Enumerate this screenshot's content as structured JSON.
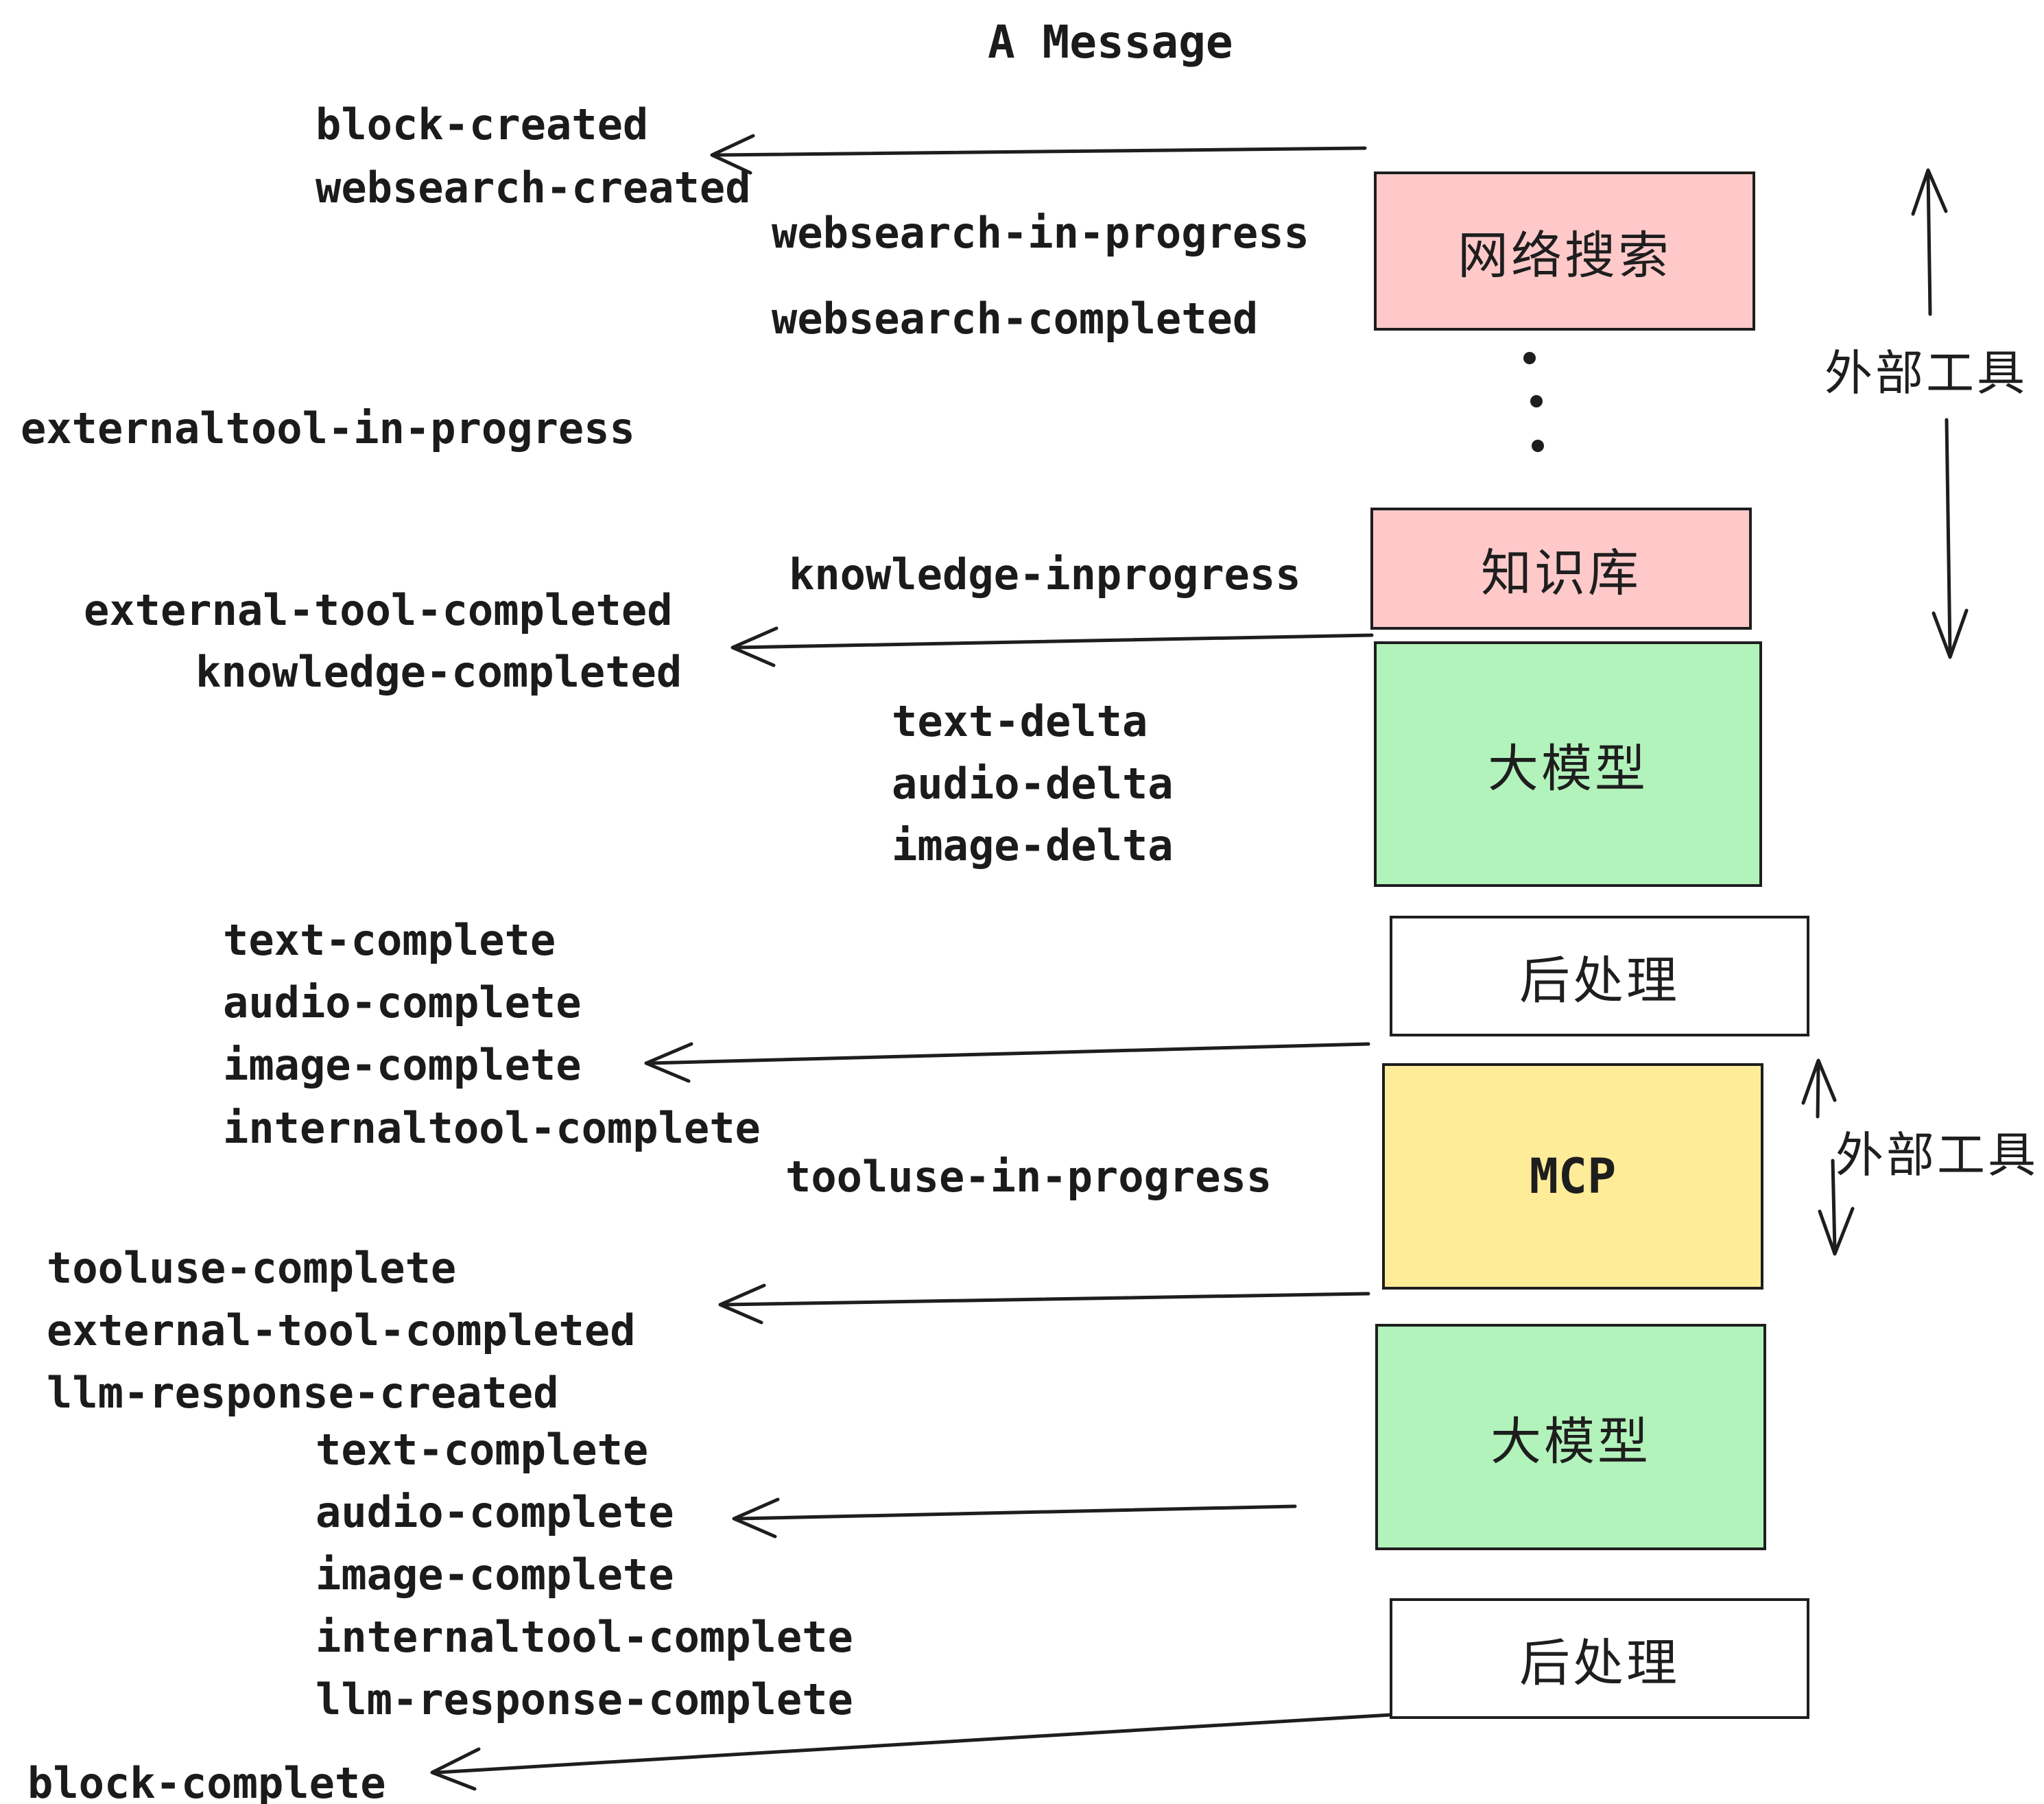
{
  "title": "A Message",
  "event_labels": [
    {
      "id": "block-created",
      "text": "block-created"
    },
    {
      "id": "websearch-created",
      "text": "websearch-created"
    },
    {
      "id": "websearch-in-progress",
      "text": "websearch-in-progress"
    },
    {
      "id": "websearch-completed",
      "text": "websearch-completed"
    },
    {
      "id": "externaltool-in-progress",
      "text": "externaltool-in-progress"
    },
    {
      "id": "knowledge-inprogress",
      "text": "knowledge-inprogress"
    },
    {
      "id": "external-tool-completed-1",
      "text": "external-tool-completed"
    },
    {
      "id": "knowledge-completed",
      "text": "knowledge-completed"
    },
    {
      "id": "text-delta-1",
      "text": "text-delta"
    },
    {
      "id": "audio-delta-1",
      "text": "audio-delta"
    },
    {
      "id": "image-delta-1",
      "text": "image-delta"
    },
    {
      "id": "text-complete-1",
      "text": "text-complete"
    },
    {
      "id": "audio-complete-1",
      "text": "audio-complete"
    },
    {
      "id": "image-complete-1",
      "text": "image-complete"
    },
    {
      "id": "internaltool-complete-1",
      "text": "internaltool-complete"
    },
    {
      "id": "tooluse-in-progress",
      "text": "tooluse-in-progress"
    },
    {
      "id": "tooluse-complete",
      "text": "tooluse-complete"
    },
    {
      "id": "external-tool-completed-2",
      "text": "external-tool-completed"
    },
    {
      "id": "llm-response-created",
      "text": "llm-response-created"
    },
    {
      "id": "text-complete-2",
      "text": "text-complete"
    },
    {
      "id": "audio-complete-2",
      "text": "audio-complete"
    },
    {
      "id": "image-complete-2",
      "text": "image-complete"
    },
    {
      "id": "internaltool-complete-2",
      "text": "internaltool-complete"
    },
    {
      "id": "llm-response-complete",
      "text": "llm-response-complete"
    },
    {
      "id": "block-complete",
      "text": "block-complete"
    }
  ],
  "boxes": [
    {
      "id": "websearch",
      "label": "网络搜索",
      "color": "#ffc9c9"
    },
    {
      "id": "knowledge",
      "label": "知识库",
      "color": "#ffc9c9"
    },
    {
      "id": "llm-1",
      "label": "大模型",
      "color": "#b2f2bb"
    },
    {
      "id": "postprocess-1",
      "label": "后处理",
      "color": "#ffffff"
    },
    {
      "id": "mcp",
      "label": "MCP",
      "color": "#ffec99"
    },
    {
      "id": "llm-2",
      "label": "大模型",
      "color": "#b2f2bb"
    },
    {
      "id": "postprocess-2",
      "label": "后处理",
      "color": "#ffffff"
    }
  ],
  "annotations": {
    "external_tools_top": "外部工具",
    "external_tools_bottom": "外部工具"
  },
  "icons": {
    "vertical_ellipsis": "three-dots-vertical"
  },
  "colors": {
    "pink": "#ffc9c9",
    "green": "#b2f2bb",
    "yellow": "#ffec99",
    "stroke": "#1e1e1e",
    "text": "#1b1b1b",
    "background": "#ffffff"
  }
}
